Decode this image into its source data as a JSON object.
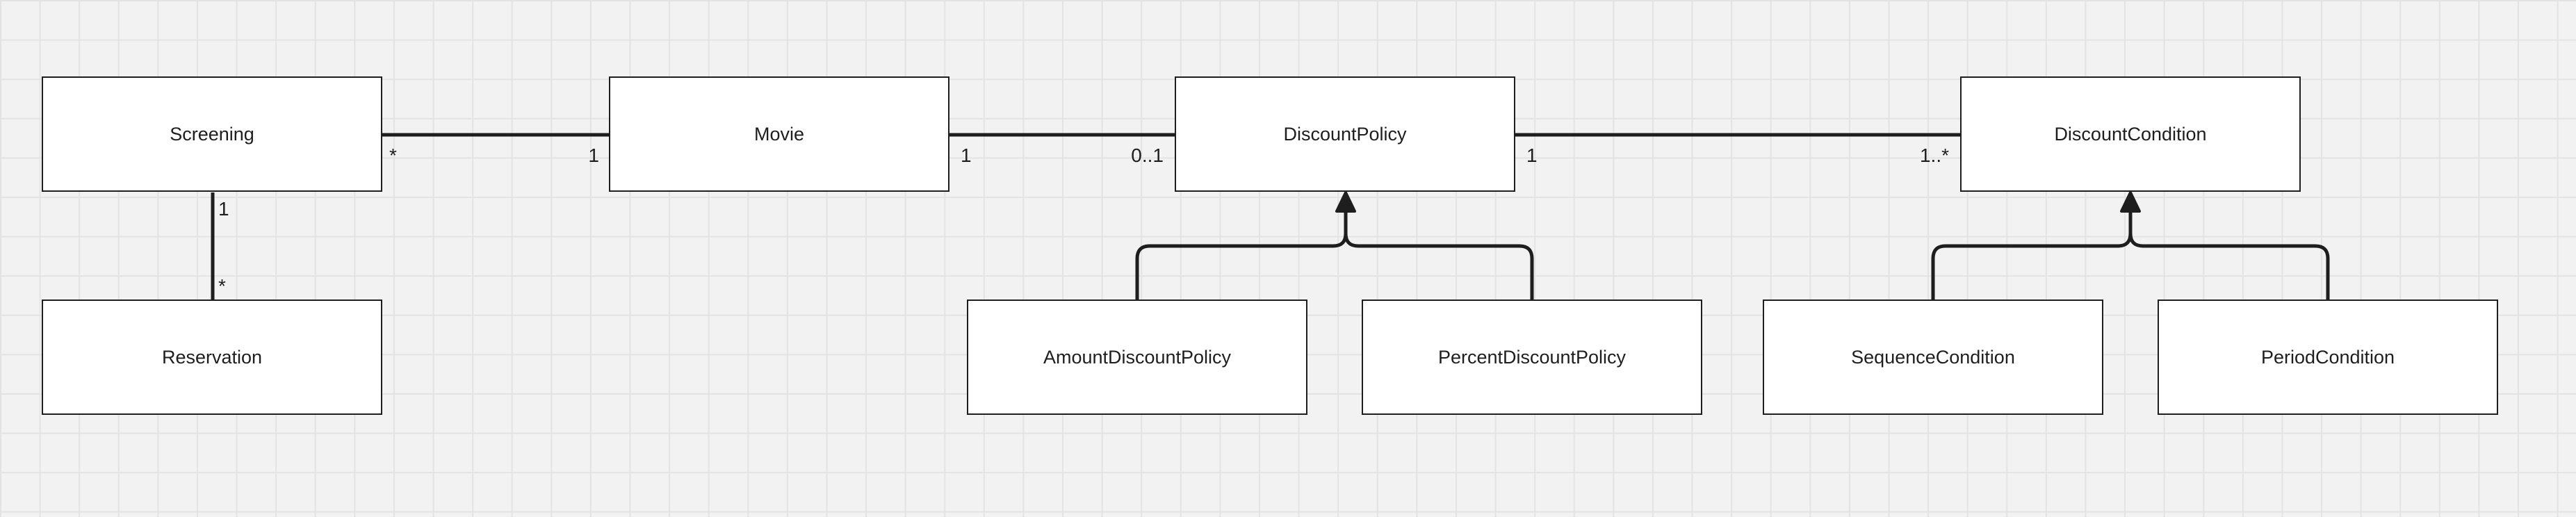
{
  "diagram": {
    "classes": {
      "screening": "Screening",
      "movie": "Movie",
      "discount_policy": "DiscountPolicy",
      "discount_condition": "DiscountCondition",
      "reservation": "Reservation",
      "amount_discount_policy": "AmountDiscountPolicy",
      "percent_discount_policy": "PercentDiscountPolicy",
      "sequence_condition": "SequenceCondition",
      "period_condition": "PeriodCondition"
    },
    "associations": {
      "screening_movie": {
        "source": "*",
        "target": "1"
      },
      "movie_discount_policy": {
        "source": "1",
        "target": "0..1"
      },
      "discount_policy_condition": {
        "source": "1",
        "target": "1..*"
      },
      "screening_reservation": {
        "source": "1",
        "target": "*"
      }
    }
  },
  "colors": {
    "background": "#f2f2f2",
    "grid": "#e3e3e3",
    "line": "#1e1e1e",
    "box": "#ffffff"
  }
}
